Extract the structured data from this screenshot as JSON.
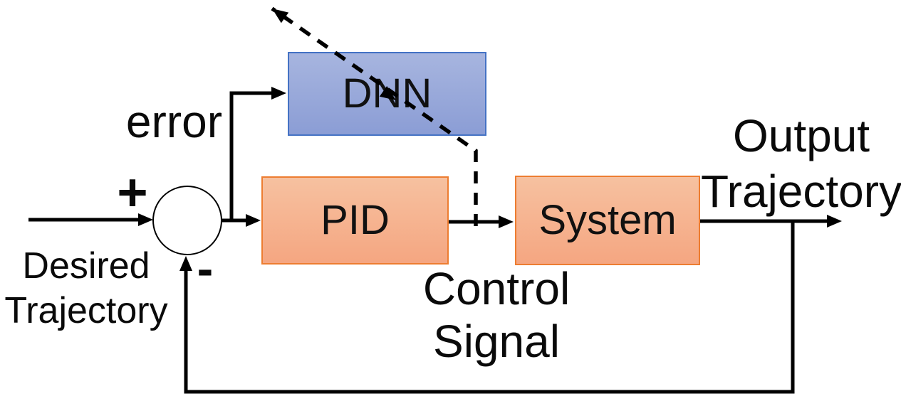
{
  "blocks": {
    "dnn": {
      "label": "DNN"
    },
    "pid": {
      "label": "PID"
    },
    "system": {
      "label": "System"
    }
  },
  "labels": {
    "error": "error",
    "desired_trajectory": {
      "line1": "Desired",
      "line2": "Trajectory"
    },
    "control_signal": {
      "line1": "Control",
      "line2": "Signal"
    },
    "output_trajectory": {
      "line1": "Output",
      "line2": "Trajectory"
    }
  },
  "signs": {
    "plus": "+",
    "minus": "-"
  },
  "colors": {
    "background": "#ffffff",
    "line": "#000000",
    "dnn_fill_top": "#a7b5df",
    "dnn_fill_bottom": "#8b9dd5",
    "dnn_border": "#4472c4",
    "pid_system_fill_top": "#f6c1a0",
    "pid_system_fill_bottom": "#f5a681",
    "pid_system_border": "#ed7d31"
  }
}
